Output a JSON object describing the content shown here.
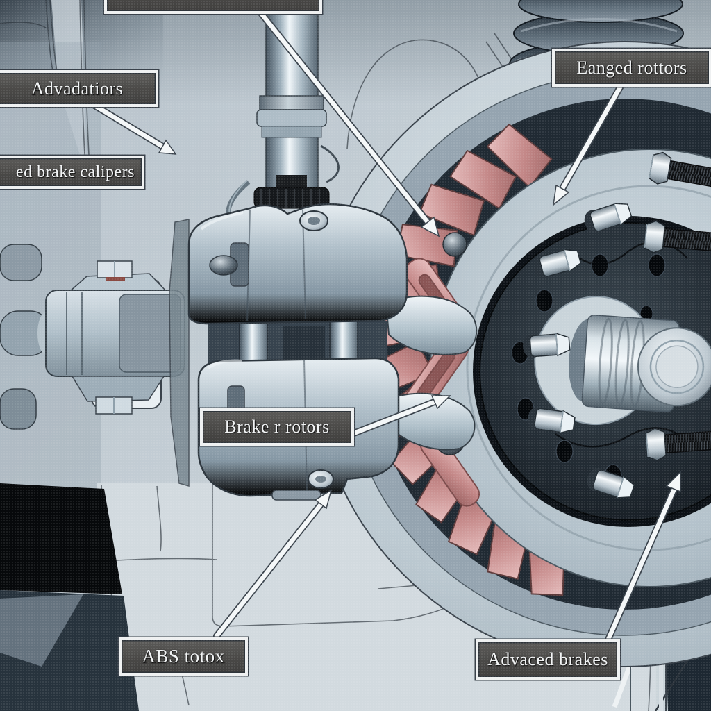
{
  "meta": {
    "description": "Technical cutaway illustration of a car disc brake and suspension assembly with annotated callout labels and arrows"
  },
  "colors": {
    "background": "#c3cdd4",
    "label_box_fill": "#4a4947",
    "label_box_border": "#eef0f1",
    "label_text": "#f2f4f5",
    "arrow": "#f4f7f8",
    "rotor_fins_pink": "#c98f8f",
    "hub_black": "#1c242c",
    "metal_highlight": "#eef3f6",
    "metal_mid": "#9fb0bd",
    "metal_shadow": "#5d6d79"
  },
  "labels": {
    "top_partial": {
      "text": ""
    },
    "advadatiors": {
      "text": "Advadatiors"
    },
    "ed_brake_calipers": {
      "text": "ed brake calipers"
    },
    "eanged_rottors": {
      "text": "Eanged rottors"
    },
    "brake_r_rotors": {
      "text": "Brake r rotors"
    },
    "abs_totox": {
      "text": "ABS totox"
    },
    "advaced_brakes": {
      "text": "Advaced brakes"
    }
  }
}
